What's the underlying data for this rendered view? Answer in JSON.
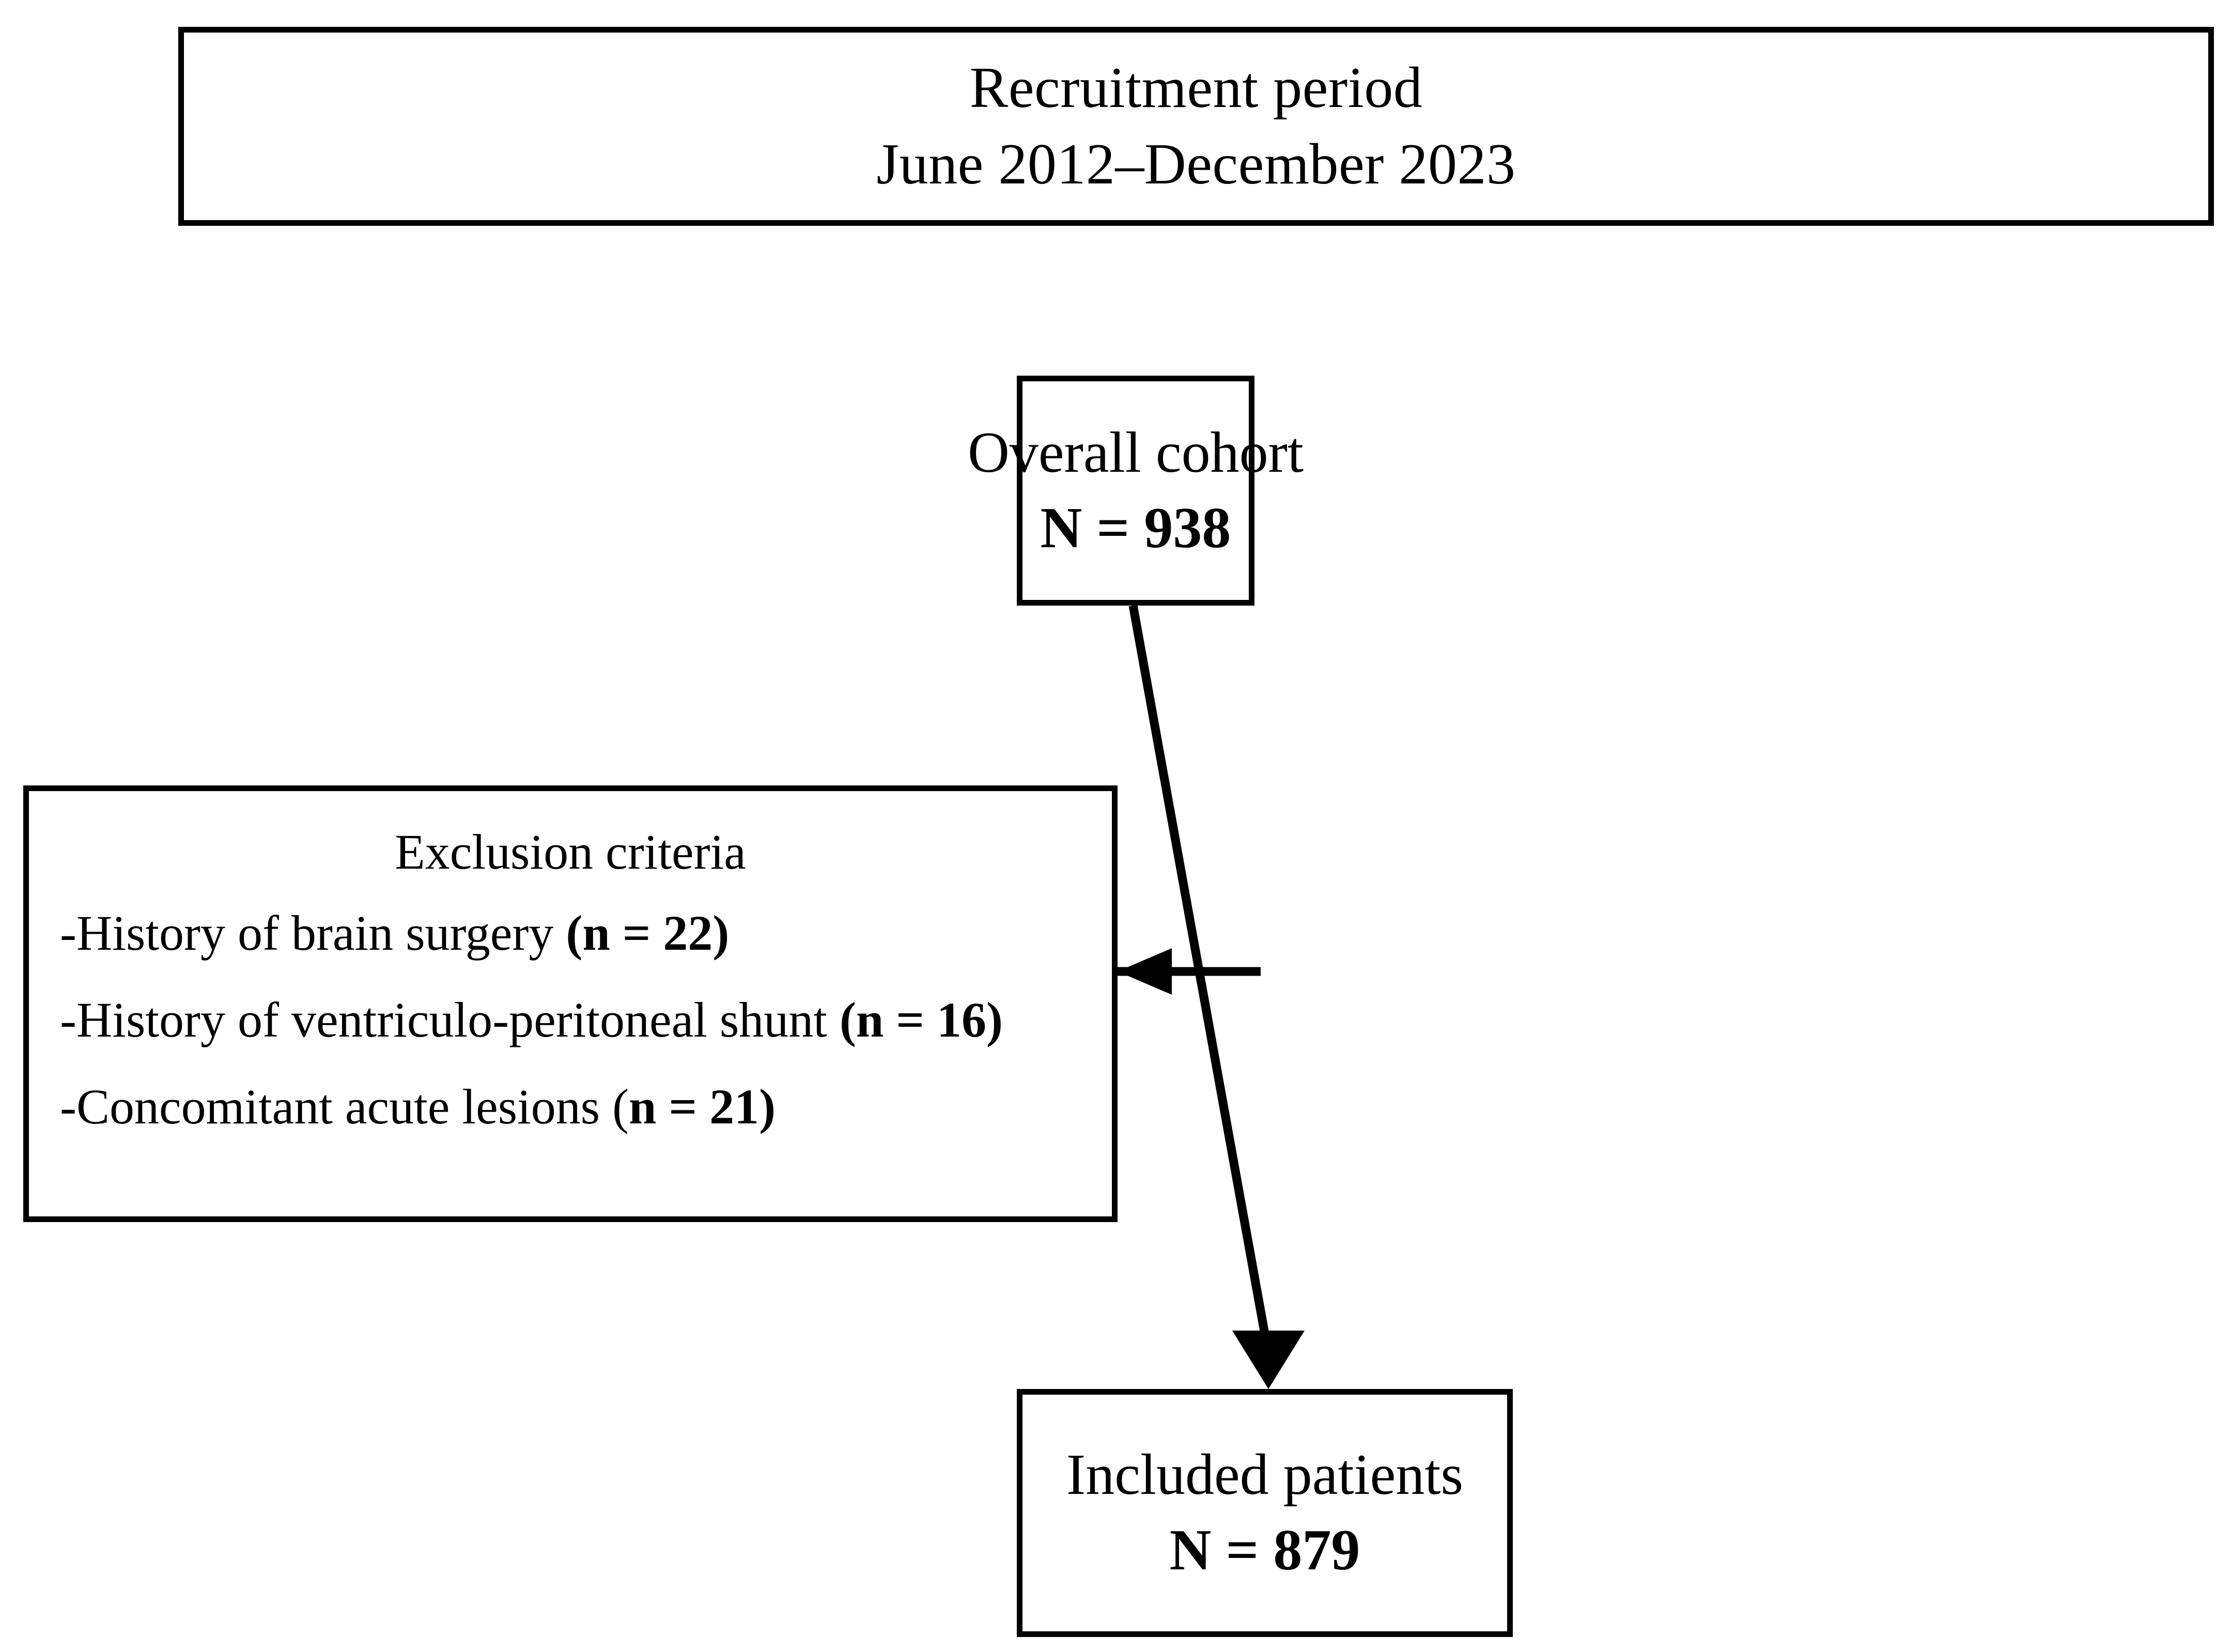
{
  "diagram": {
    "type": "flowchart",
    "title": "Patient selection flow diagram",
    "colors": {
      "stroke": "#000000",
      "background": "#ffffff",
      "text": "#000000"
    },
    "nodes": {
      "recruitment": {
        "line1": "Recruitment period",
        "line2": "June 2012–December 2023"
      },
      "overall_cohort": {
        "label": "Overall cohort",
        "count": "N = 938"
      },
      "exclusion": {
        "title": "Exclusion criteria",
        "items": [
          {
            "text": "-History of brain surgery ",
            "count": "(n = 22)",
            "count_style": "bold-all"
          },
          {
            "text": "-History of ventriculo-peritoneal shunt ",
            "count": "(n = 16)",
            "count_style": "bold-all"
          },
          {
            "text": "-Concomitant acute lesions ",
            "open_paren": "(",
            "count": "n = 21)",
            "count_style": "bold-inner"
          }
        ]
      },
      "included": {
        "label": "Included patients",
        "count": "N = 879"
      }
    },
    "edges": [
      {
        "from": "overall_cohort",
        "to": "included",
        "direction": "down",
        "arrowhead": "filled-triangle"
      },
      {
        "from": "overall_cohort",
        "to": "exclusion",
        "direction": "left",
        "arrowhead": "filled-triangle"
      }
    ]
  }
}
